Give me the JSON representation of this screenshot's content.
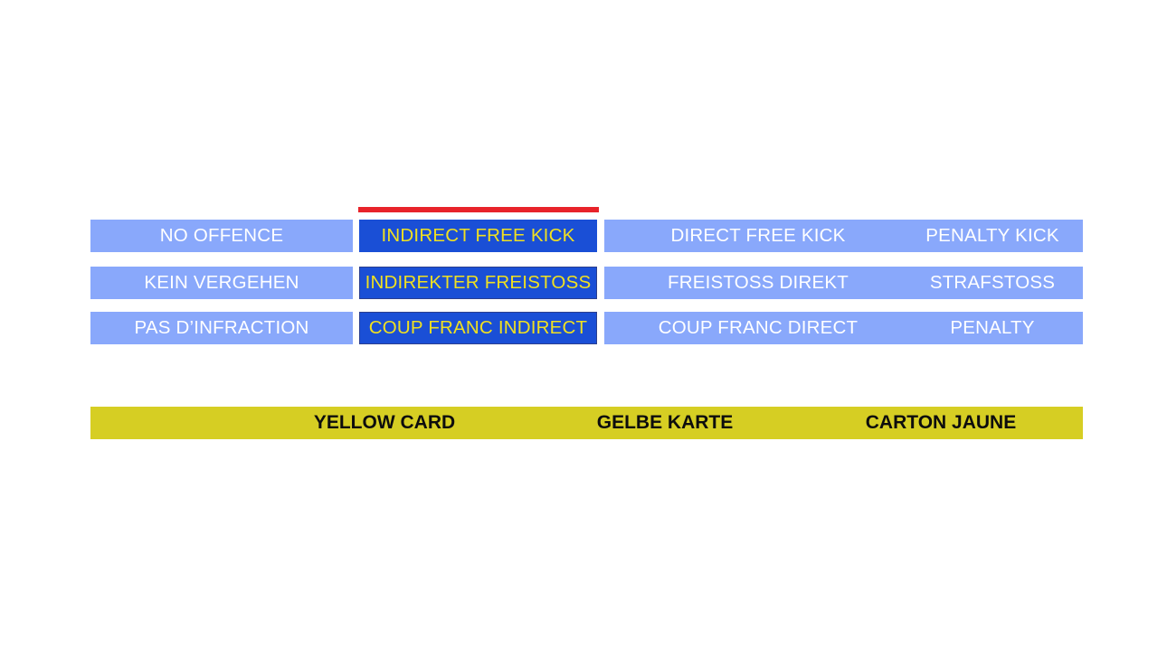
{
  "colors": {
    "light_blue": "#89a8fb",
    "dark_blue": "#1a4fd6",
    "highlight_text": "#f0e020",
    "red_accent": "#e8232a",
    "yellow_card": "#d6ce23",
    "cell_text": "#ffffff",
    "card_text": "#0d0d0d"
  },
  "decision_table": {
    "highlighted_column": "indirect_free_kick",
    "rows": [
      {
        "language": "english",
        "no_offence": "NO OFFENCE",
        "indirect_free_kick": "INDIRECT FREE KICK",
        "direct_free_kick": "DIRECT FREE KICK",
        "penalty_kick": "PENALTY KICK"
      },
      {
        "language": "german",
        "no_offence": "KEIN VERGEHEN",
        "indirect_free_kick": "INDIREKTER FREISTOSS",
        "direct_free_kick": "FREISTOSS DIREKT",
        "penalty_kick": "STRAFSTOSS"
      },
      {
        "language": "french",
        "no_offence": "PAS D’INFRACTION",
        "indirect_free_kick": "COUP FRANC INDIRECT",
        "direct_free_kick": "COUP FRANC DIRECT",
        "penalty_kick": "PENALTY"
      }
    ]
  },
  "card_bar": {
    "labels": {
      "english": "YELLOW CARD",
      "german": "GELBE KARTE",
      "french": "CARTON JAUNE"
    }
  }
}
